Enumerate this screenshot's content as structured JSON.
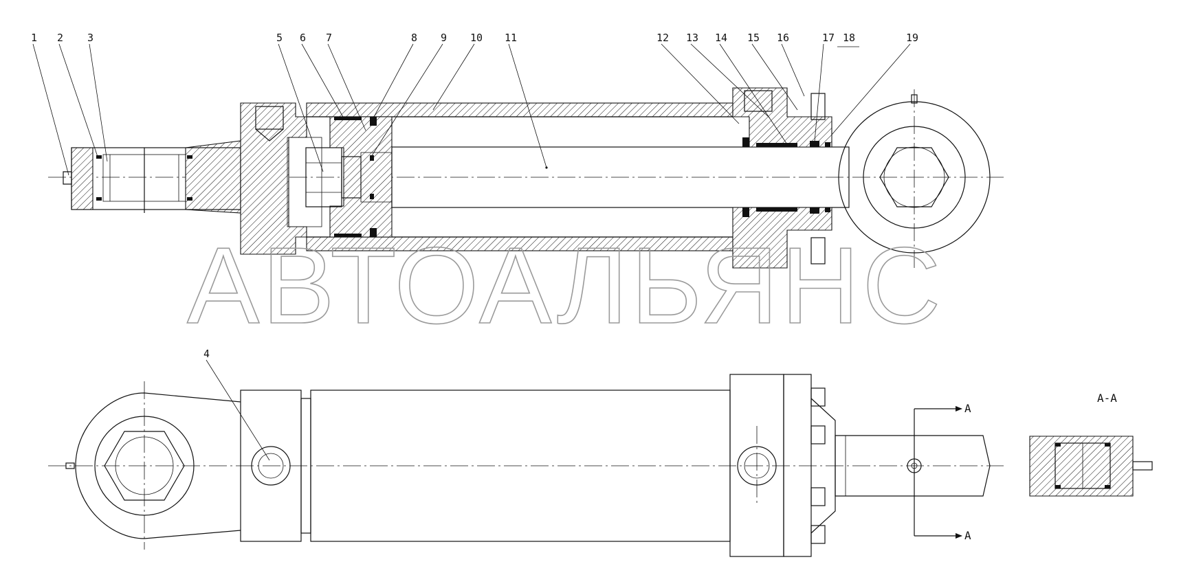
{
  "callouts_top": [
    "1",
    "2",
    "3",
    "5",
    "6",
    "7",
    "8",
    "9",
    "10",
    "11",
    "12",
    "13",
    "14",
    "15",
    "16",
    "17",
    "18",
    "19"
  ],
  "callout_bottom": "4",
  "section": {
    "title": "A-A",
    "marker": "A"
  },
  "watermark": "АВТОАЛЬЯНС",
  "colors": {
    "line": "#111111",
    "watermark": "#9a9a9a",
    "background": "#ffffff"
  }
}
